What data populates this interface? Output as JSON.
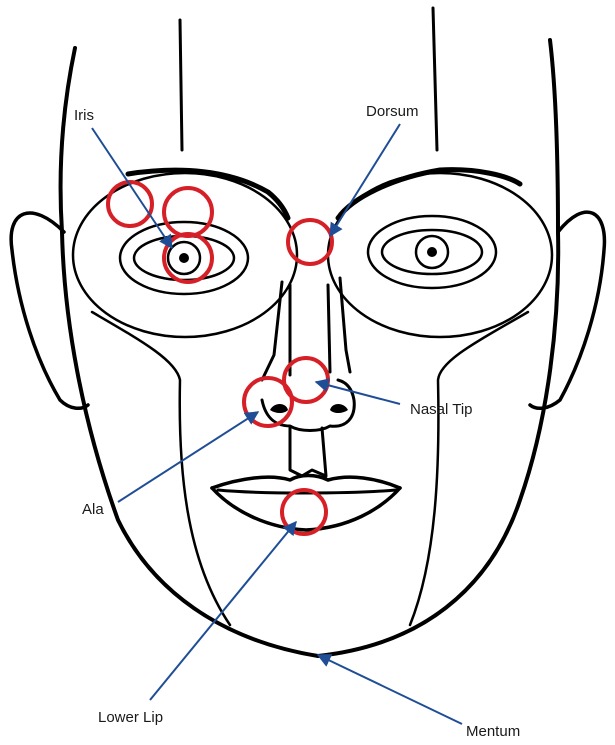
{
  "labels": {
    "iris": "Iris",
    "dorsum": "Dorsum",
    "nasal_tip": "Nasal Tip",
    "ala": "Ala",
    "lower_lip": "Lower Lip",
    "mentum": "Mentum"
  },
  "colors": {
    "outline": "#000000",
    "marker": "#d62027",
    "arrow": "#1f4e96"
  }
}
